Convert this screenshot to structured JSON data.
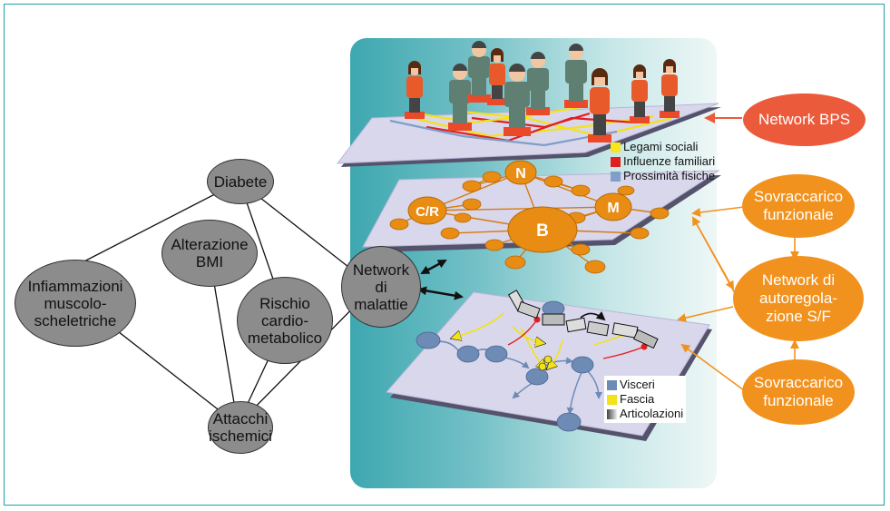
{
  "left_network": {
    "nodes": [
      {
        "id": "diabete",
        "label": "Diabete"
      },
      {
        "id": "bmi",
        "label": "Alterazione\nBMI"
      },
      {
        "id": "infiamm",
        "label": "Infiammazioni\nmuscolo-\nscheletriche"
      },
      {
        "id": "rischio",
        "label": "Rischio\ncardio-\nmetabolico"
      },
      {
        "id": "attacchi",
        "label": "Attacchi\nischemici"
      },
      {
        "id": "network_malattie",
        "label": "Network\ndi\nmalattie"
      }
    ]
  },
  "layers": {
    "top": {
      "legend": [
        {
          "label": "Legami sociali",
          "color": "#f7e61a"
        },
        {
          "label": "Influenze familiari",
          "color": "#e02020"
        },
        {
          "label": "Prossimità fisiche",
          "color": "#7f9ec8"
        }
      ]
    },
    "middle": {
      "node_labels": {
        "n": "N",
        "cr": "C/R",
        "m": "M",
        "b": "B"
      }
    },
    "bottom": {
      "legend": [
        {
          "label": "Visceri",
          "color": "#6d8bb5"
        },
        {
          "label": "Fascia",
          "color": "#f2e21a"
        },
        {
          "label": "Articolazioni",
          "color": "#888888"
        }
      ]
    }
  },
  "right_nodes": {
    "network_bps": "Network BPS",
    "sovraccarico_top": "Sovraccarico\nfunzionale",
    "network_autoreg": "Network di\nautoregola-\nzione S/F",
    "sovraccarico_bottom": "Sovraccarico\nfunzionale"
  },
  "colors": {
    "gray_node": "#8c8c8c",
    "orange": "#f2921e",
    "red_orange": "#ec5a3c",
    "layer": "#d9d7ec",
    "teal": "#1aa3a8"
  }
}
